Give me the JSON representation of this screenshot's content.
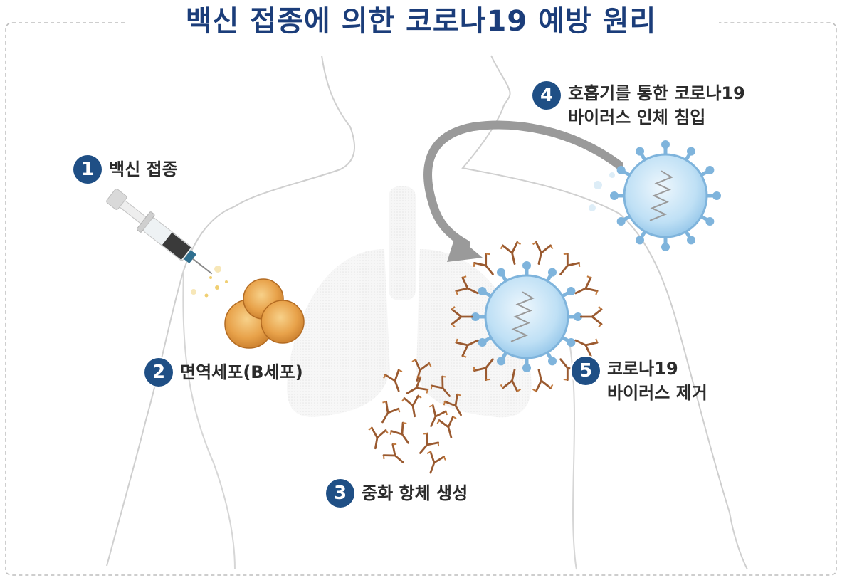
{
  "title": "백신 접종에 의한 코로나19 예방 원리",
  "steps": [
    {
      "num": "1",
      "label": "백신 접종"
    },
    {
      "num": "2",
      "label": "면역세포(B세포)"
    },
    {
      "num": "3",
      "label": "중화 항체 생성"
    },
    {
      "num": "4",
      "label": "호흡기를 통한 코로나19\n바이러스 인체 침입"
    },
    {
      "num": "5",
      "label": "코로나19\n바이러스 제거"
    }
  ],
  "colors": {
    "title": "#1b3d7a",
    "badge": "#1f4f85",
    "virus": "#8fc3e8",
    "antibody": "#9a5a30",
    "cell": "#e8a24a",
    "arrow": "#9a9a9a"
  }
}
